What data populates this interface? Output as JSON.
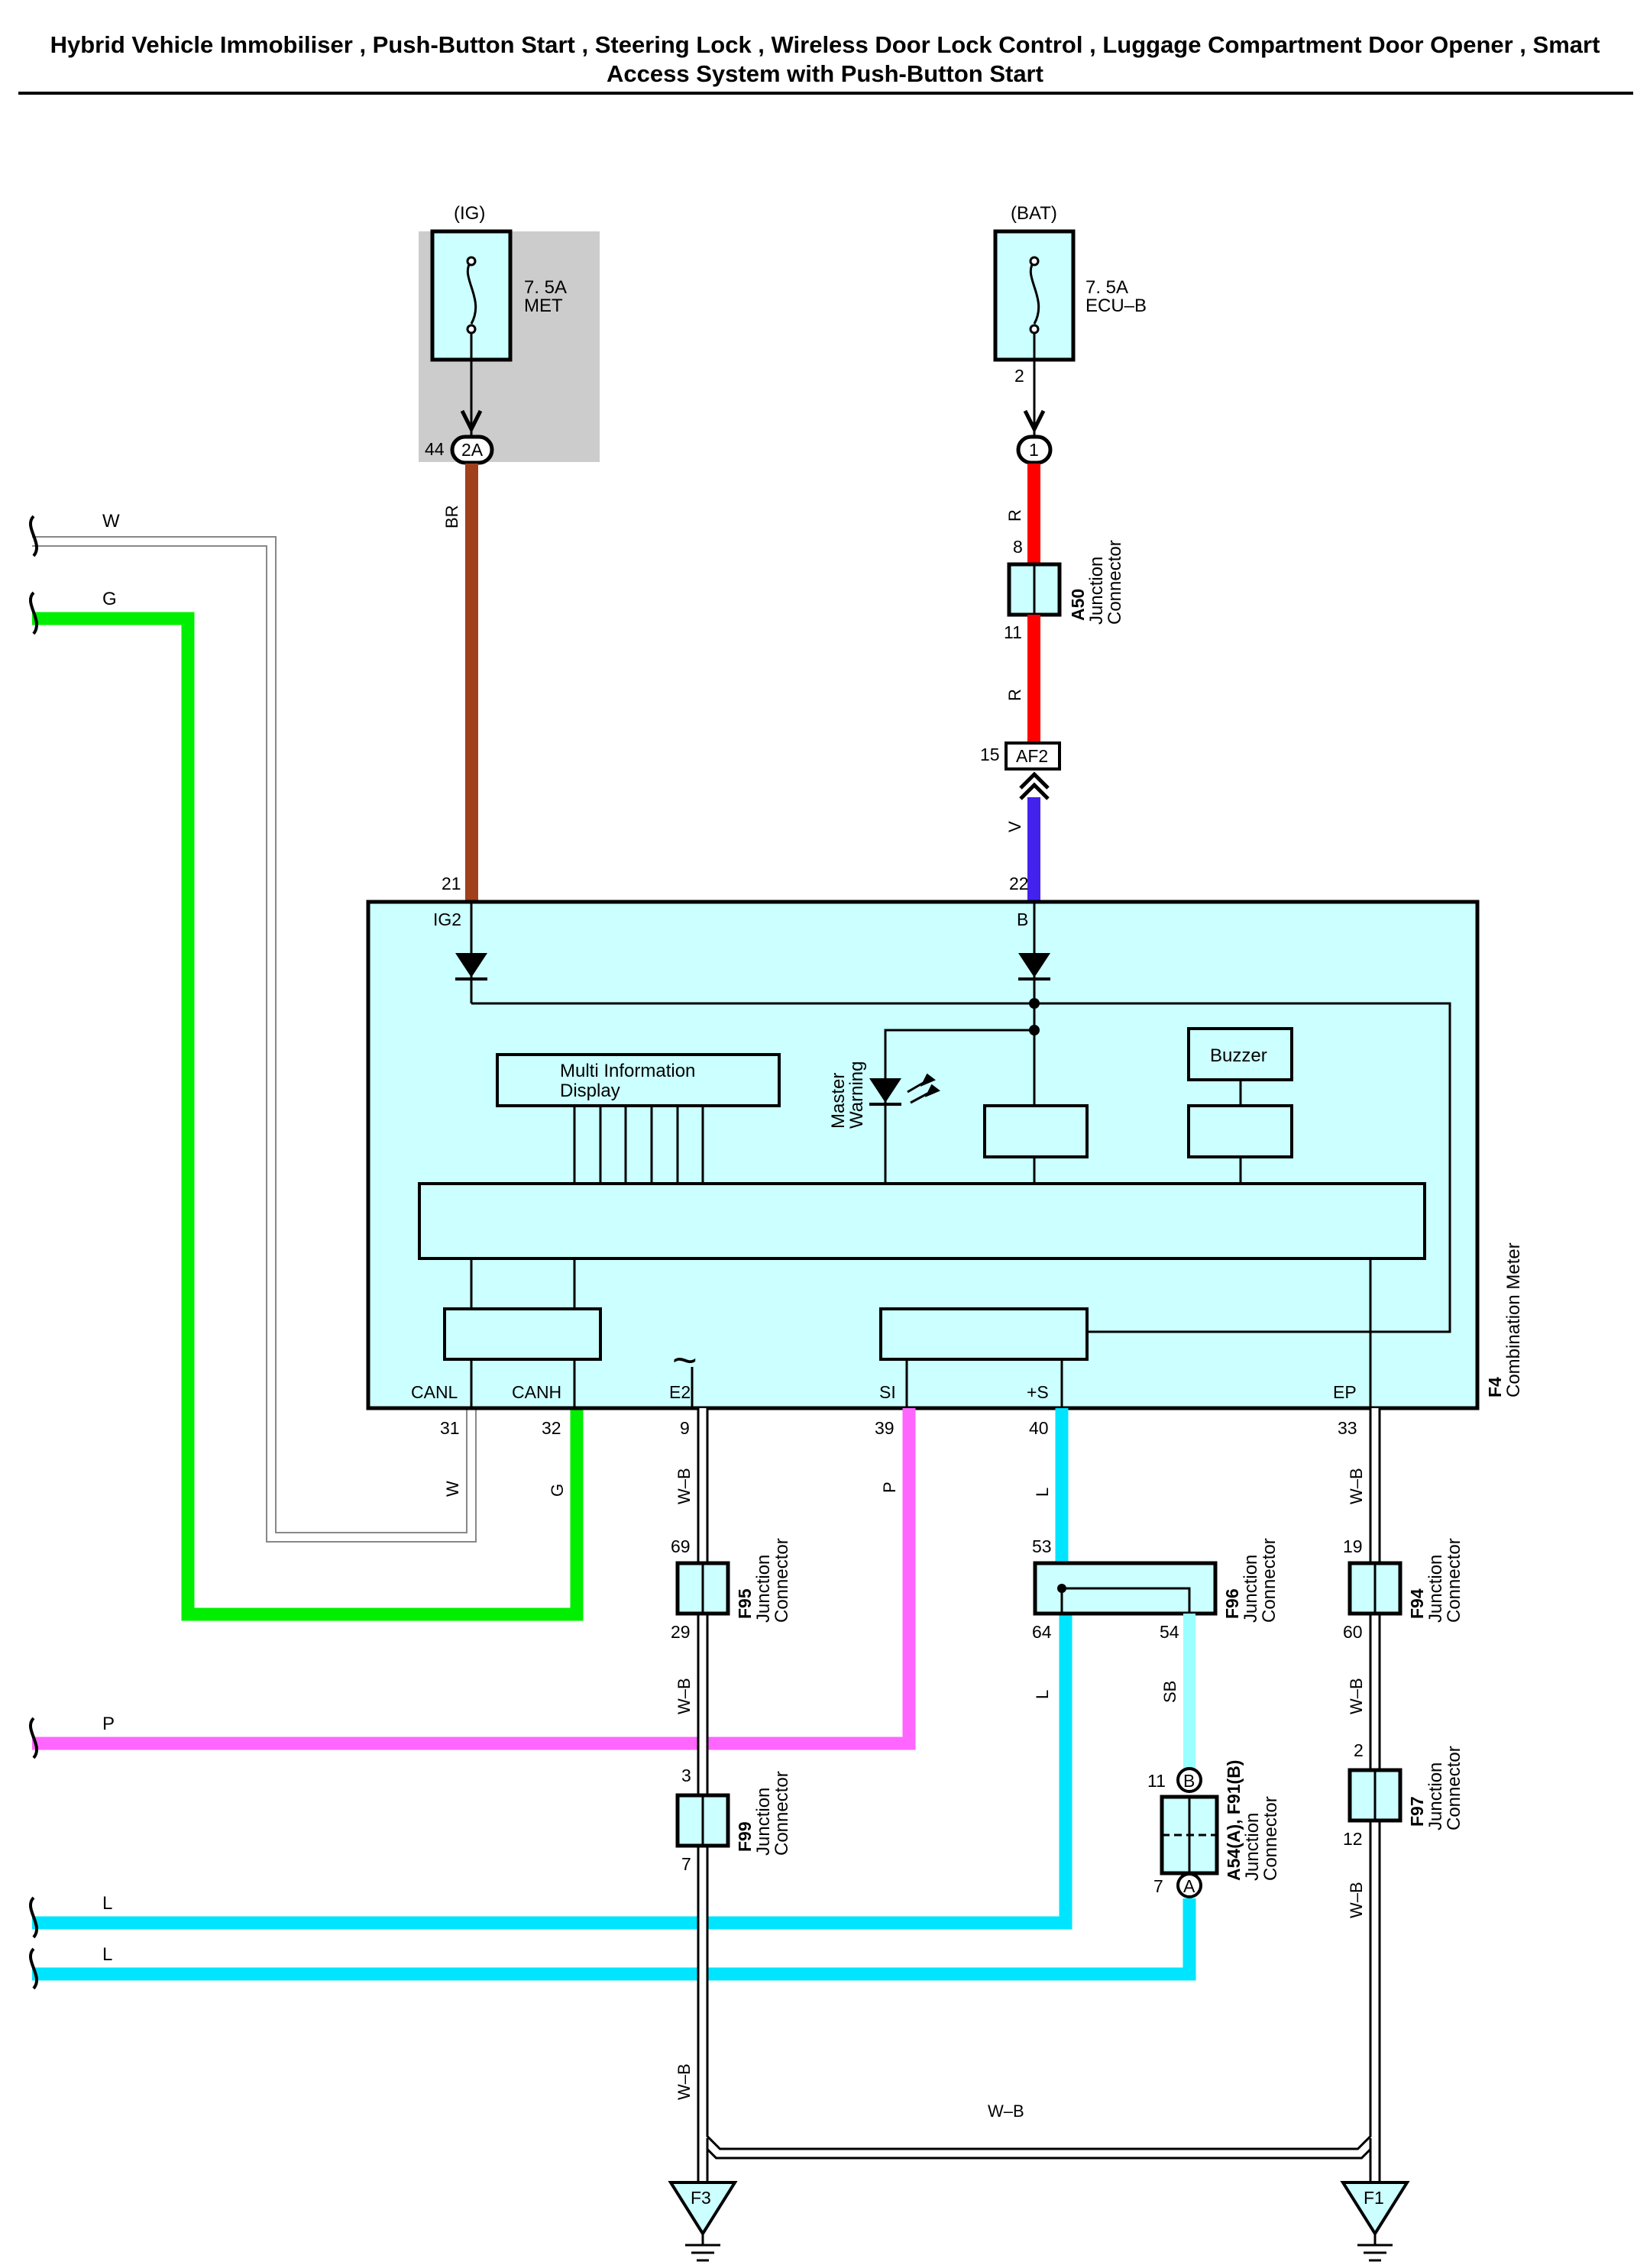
{
  "title": "Hybrid Vehicle Immobiliser , Push-Button Start , Steering Lock , Wireless Door Lock Control , Luggage Compartment Door Opener , Smart Access System with Push-Button Start",
  "colors": {
    "background": "#ffffff",
    "module_fill": "#ccffff",
    "ig_shade": "#cccccc",
    "wire_BR": "#a0401c",
    "wire_R": "#ff0000",
    "wire_V": "#4422ee",
    "wire_G": "#00ee00",
    "wire_P": "#ff66ff",
    "wire_L": "#00e5ff",
    "wire_SB": "#99ffff",
    "wire_W": "#ffffff",
    "wire_WB": "#ffffff"
  },
  "fuses": {
    "ig": {
      "supply": "(IG)",
      "rating": "7. 5A",
      "name": "MET"
    },
    "bat": {
      "supply": "(BAT)",
      "rating": "7. 5A",
      "name": "ECU–B"
    }
  },
  "connectors": {
    "c2a": {
      "code": "2A",
      "pin": "44"
    },
    "c1": {
      "code": "1",
      "pin": "2"
    },
    "a50": {
      "id": "A50",
      "type_line1": "Junction",
      "type_line2": "Connector",
      "pin_in": "8",
      "pin_out": "11"
    },
    "af2": {
      "code": "AF2",
      "pin": "15"
    },
    "f95": {
      "id": "F95",
      "type_line1": "Junction",
      "type_line2": "Connector",
      "pin_in": "69",
      "pin_out": "29"
    },
    "f96": {
      "id": "F96",
      "type_line1": "Junction",
      "type_line2": "Connector",
      "pin_in": "53",
      "pin_out_l": "64",
      "pin_out_sb": "54"
    },
    "f94": {
      "id": "F94",
      "type_line1": "Junction",
      "type_line2": "Connector",
      "pin_in": "19",
      "pin_out": "60"
    },
    "f99": {
      "id": "F99",
      "type_line1": "Junction",
      "type_line2": "Connector",
      "pin_in": "3",
      "pin_out": "7"
    },
    "f97": {
      "id": "F97",
      "type_line1": "Junction",
      "type_line2": "Connector",
      "pin_in": "2",
      "pin_out": "12"
    },
    "a54": {
      "id": "A54(A), F91(B)",
      "type_line1": "Junction",
      "type_line2": "Connector",
      "pin_b": "11",
      "pin_a": "7",
      "mark_b": "B",
      "mark_a": "A"
    }
  },
  "meter": {
    "id": "F4",
    "name": "Combination Meter",
    "pins": {
      "ig2": {
        "name": "IG2",
        "num": "21"
      },
      "b": {
        "name": "B",
        "num": "22"
      },
      "canl": {
        "name": "CANL",
        "num": "31"
      },
      "canh": {
        "name": "CANH",
        "num": "32"
      },
      "e2": {
        "name": "E2",
        "num": "9"
      },
      "si": {
        "name": "SI",
        "num": "39"
      },
      "plus_s": {
        "name": "+S",
        "num": "40"
      },
      "ep": {
        "name": "EP",
        "num": "33"
      }
    },
    "mid_line1": "Multi Information",
    "mid_line2": "Display",
    "master_line1": "Master",
    "master_line2": "Warning",
    "buzzer": "Buzzer",
    "e2_symbol": "~"
  },
  "wires": {
    "br": "BR",
    "r_upper": "R",
    "r_lower": "R",
    "v": "V",
    "w_left": "W",
    "g_left": "G",
    "p_left": "P",
    "l_left_1": "L",
    "l_left_2": "L",
    "w_canl": "W",
    "g_canh": "G",
    "wb_e2_upper": "W–B",
    "p_si": "P",
    "l_s_upper": "L",
    "wb_ep_upper": "W–B",
    "wb_e2_mid": "W–B",
    "l_s_lower": "L",
    "sb": "SB",
    "wb_ep_mid": "W–B",
    "wb_ep_lower": "W–B",
    "wb_e2_lower": "W–B",
    "wb_ground": "W–B"
  },
  "grounds": {
    "f3": "F3",
    "f1": "F1"
  }
}
